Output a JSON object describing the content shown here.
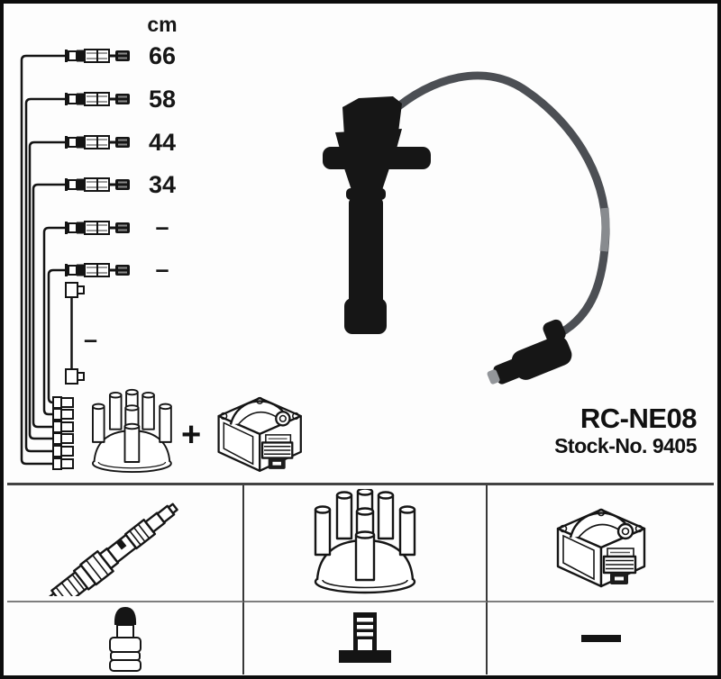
{
  "part": {
    "code": "RC-NE08",
    "stock": "Stock-No. 9405"
  },
  "schematic": {
    "unit": "cm",
    "plus": "+",
    "cable_lengths": [
      "66",
      "58",
      "44",
      "34",
      "–",
      "–"
    ],
    "coil_wire_length": "–"
  },
  "legend": {
    "row1_icons": [
      "spark-plug",
      "distributor-cap",
      "ignition-coil"
    ],
    "row2_icons": [
      "plug-terminal",
      "distributor-tower",
      "dash"
    ]
  },
  "colors": {
    "ink": "#141414",
    "cable_gray": "#4c4f54",
    "boot_black": "#161616"
  }
}
